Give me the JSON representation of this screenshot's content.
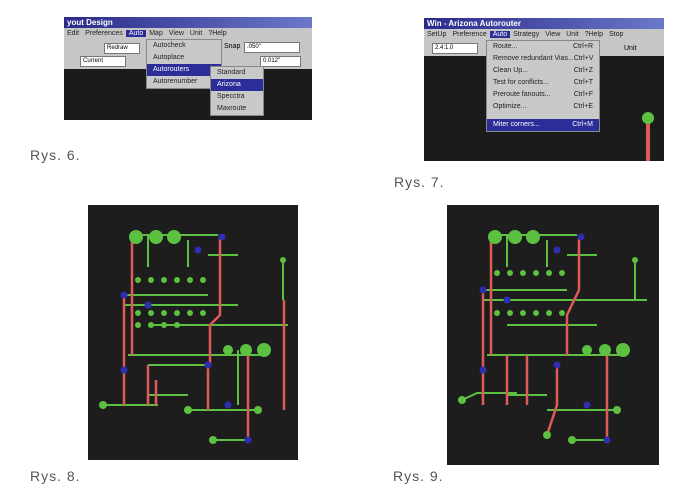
{
  "fig6": {
    "title": "yout Design",
    "menu": [
      "Edit",
      "Preferences",
      "Auto",
      "Map",
      "View",
      "Unit",
      "?Help"
    ],
    "redraw": "Redraw",
    "current": "Current",
    "snap_label": "Snap",
    "snap_value": ".050\"",
    "width_value": "0.012\"",
    "auto_menu": [
      "Autocheck",
      "Autoplace",
      "Autorouters",
      "Autorenumber"
    ],
    "sub_menu": [
      "Standard",
      "Arizona",
      "Specctra",
      "Maxroute"
    ],
    "caption": "Rys. 6."
  },
  "fig7": {
    "title": "Win - Arizona Autorouter",
    "menu": [
      "SetUp",
      "Preference",
      "Auto",
      "Strategy",
      "View",
      "Unit",
      "?Help",
      "Stop"
    ],
    "zoom_value": "2.4:1.0",
    "unit_label": "Unit",
    "auto_menu": [
      {
        "label": "Route...",
        "key": "Ctrl+R"
      },
      {
        "label": "Remove redundant Vias...",
        "key": "Ctrl+V"
      },
      {
        "label": "Clean Up...",
        "key": "Ctrl+Z"
      },
      {
        "label": "Test for conflicts...",
        "key": "Ctrl+T"
      },
      {
        "label": "Preroute fanouts...",
        "key": "Ctrl+F"
      },
      {
        "label": "Optimize...",
        "key": "Ctrl+E"
      },
      {
        "label": "Miter corners...",
        "key": "Ctrl+M"
      }
    ],
    "caption": "Rys. 7."
  },
  "fig8": {
    "caption": "Rys. 8."
  },
  "fig9": {
    "caption": "Rys. 9."
  },
  "colors": {
    "trace_green": "#5cc040",
    "trace_red": "#e05a5a",
    "via_blue": "#2e2eb0",
    "board": "#1d1d1d"
  }
}
